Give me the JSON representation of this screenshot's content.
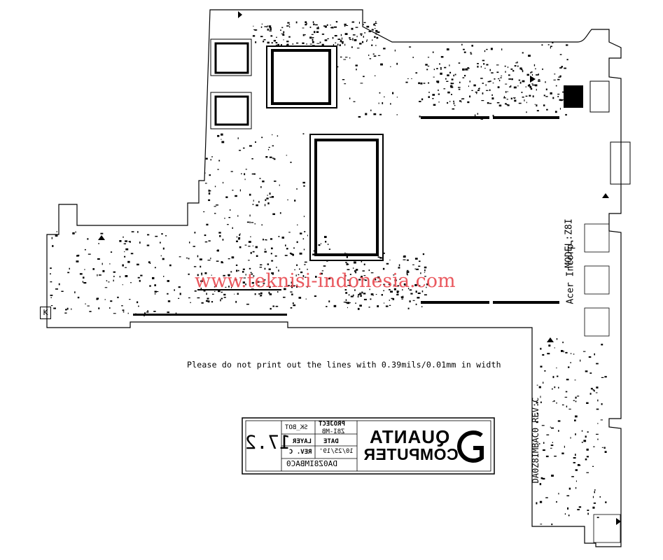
{
  "notice": "Please do not print out the lines with 0.39mils/0.01mm in width",
  "watermark": "www.teknisi-indonesia.com",
  "board": {
    "model_label": "MODEL:Z8I",
    "vendor_label": "Acer Incorp.",
    "part_vertical": "DA0Z8IMBAC0 REV:C",
    "corner_mark": "K"
  },
  "title_block": {
    "project_label": "PROJECT",
    "project_value": "Z8I-MB",
    "sk_label": "SK_BOT",
    "date_label": "DATE",
    "layer_label": "LAYER",
    "date_value": "10/25/19'",
    "rev_label": "REV. C",
    "part_number": "DA0Z8IMBAC0",
    "version": "17.2",
    "brand_line1": "QUANTA",
    "brand_line2": "COMPUTER"
  },
  "colors": {
    "outline": "#000000",
    "watermark": "#e8434a",
    "background": "#ffffff"
  }
}
